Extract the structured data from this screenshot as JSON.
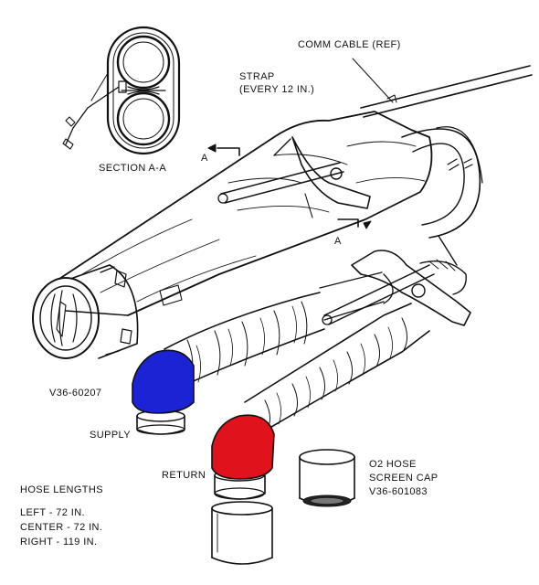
{
  "labels": {
    "comm_cable": "COMM CABLE (REF)",
    "strap": "STRAP",
    "strap_interval": "(EVERY 12 IN.)",
    "section": "SECTION A-A",
    "marker_upper": "A",
    "marker_lower": "A",
    "part_number_main": "V36-60207",
    "supply": "SUPPLY",
    "return": "RETURN",
    "o2_hose": "O2 HOSE",
    "screen_cap": "SCREEN CAP",
    "screen_cap_part": "V36-601083"
  },
  "hose_lengths": {
    "title": "HOSE LENGTHS",
    "left": "LEFT - 72 IN.",
    "center": "CENTER - 72 IN.",
    "right": "RIGHT - 119 IN."
  },
  "colors": {
    "supply_fitting": "#1c23d4",
    "return_fitting": "#e0121c",
    "line": "#111111",
    "background": "#ffffff"
  }
}
